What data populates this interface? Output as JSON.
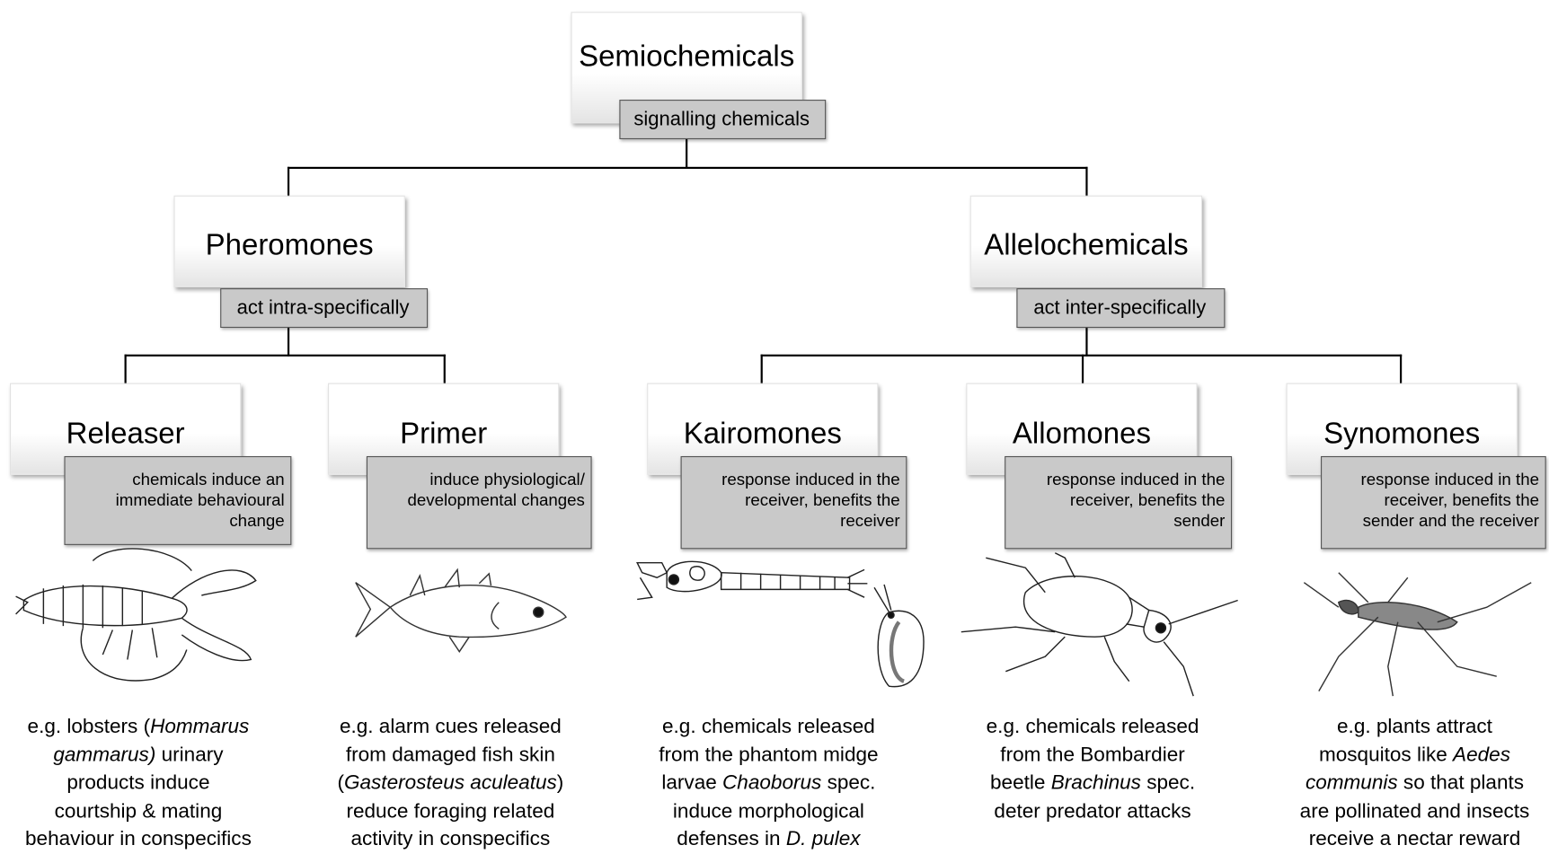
{
  "root": {
    "title": "Semiochemicals",
    "subtitle": "signalling chemicals"
  },
  "pheromones": {
    "title": "Pheromones",
    "subtitle": "act intra-specifically"
  },
  "allelochemicals": {
    "title": "Allelochemicals",
    "subtitle": "act inter-specifically"
  },
  "categories": [
    {
      "title": "Releaser",
      "sub": [
        "chemicals induce an",
        "immediate behavioural",
        "change"
      ],
      "desc": [
        [
          {
            "t": "e.g. lobsters ("
          },
          {
            "t": "Hommarus",
            "i": true
          }
        ],
        [
          {
            "t": "gammarus)",
            "i": true
          },
          {
            "t": " urinary"
          }
        ],
        [
          {
            "t": "products induce"
          }
        ],
        [
          {
            "t": "courtship & mating"
          }
        ],
        [
          {
            "t": "behaviour in conspecifics"
          }
        ]
      ]
    },
    {
      "title": "Primer",
      "sub": [
        "induce  physiological/",
        "developmental changes"
      ],
      "desc": [
        [
          {
            "t": "e.g. alarm cues released"
          }
        ],
        [
          {
            "t": "from damaged fish skin"
          }
        ],
        [
          {
            "t": "("
          },
          {
            "t": "Gasterosteus aculeatus",
            "i": true
          },
          {
            "t": ")"
          }
        ],
        [
          {
            "t": "reduce foraging related"
          }
        ],
        [
          {
            "t": "activity in conspecifics"
          }
        ]
      ]
    },
    {
      "title": "Kairomones",
      "sub": [
        "response induced in the",
        "receiver, benefits the",
        "receiver"
      ],
      "desc": [
        [
          {
            "t": "e.g. chemicals released"
          }
        ],
        [
          {
            "t": "from the phantom midge"
          }
        ],
        [
          {
            "t": "larvae "
          },
          {
            "t": "Chaoborus",
            "i": true
          },
          {
            "t": " spec."
          }
        ],
        [
          {
            "t": "induce morphological"
          }
        ],
        [
          {
            "t": "defenses in "
          },
          {
            "t": "D. pulex",
            "i": true
          }
        ]
      ]
    },
    {
      "title": "Allomones",
      "sub": [
        "response induced in the",
        "receiver, benefits the",
        "sender"
      ],
      "desc": [
        [
          {
            "t": "e.g. chemicals released"
          }
        ],
        [
          {
            "t": "from the Bombardier"
          }
        ],
        [
          {
            "t": "beetle "
          },
          {
            "t": "Brachinus",
            "i": true
          },
          {
            "t": " spec."
          }
        ],
        [
          {
            "t": "deter predator attacks"
          }
        ]
      ]
    },
    {
      "title": "Synomones",
      "sub": [
        "response induced in the",
        "receiver, benefits the",
        "sender and the receiver"
      ],
      "desc": [
        [
          {
            "t": "e.g. plants attract"
          }
        ],
        [
          {
            "t": "mosquitos like "
          },
          {
            "t": "Aedes",
            "i": true
          }
        ],
        [
          {
            "t": "communis",
            "i": true
          },
          {
            "t": " so that plants"
          }
        ],
        [
          {
            "t": "are pollinated and insects"
          }
        ],
        [
          {
            "t": "receive a nectar reward"
          }
        ]
      ]
    }
  ],
  "illustrations": [
    "lobster-drawing",
    "stickleback-fish-drawing",
    "chaoborus-larva-drawing",
    "daphnia-drawing",
    "bombardier-beetle-drawing",
    "mosquito-drawing"
  ]
}
